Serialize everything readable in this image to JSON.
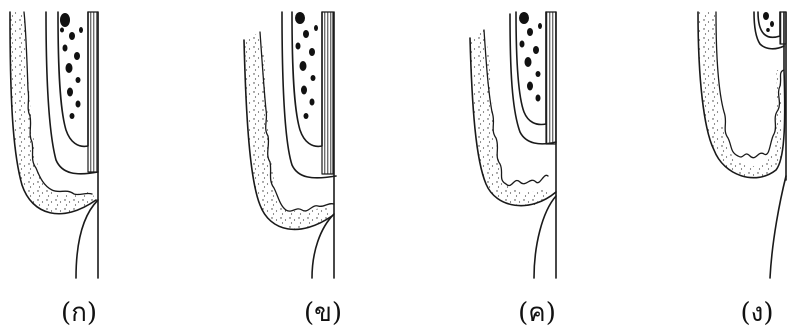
{
  "figure": {
    "panels": [
      {
        "id": "panel-a",
        "label": "(ก)"
      },
      {
        "id": "panel-b",
        "label": "(ข)"
      },
      {
        "id": "panel-c",
        "label": "(ค)"
      },
      {
        "id": "panel-d",
        "label": "(ง)"
      }
    ],
    "ink_color": "#1a1a1a",
    "background_color": "#ffffff"
  }
}
